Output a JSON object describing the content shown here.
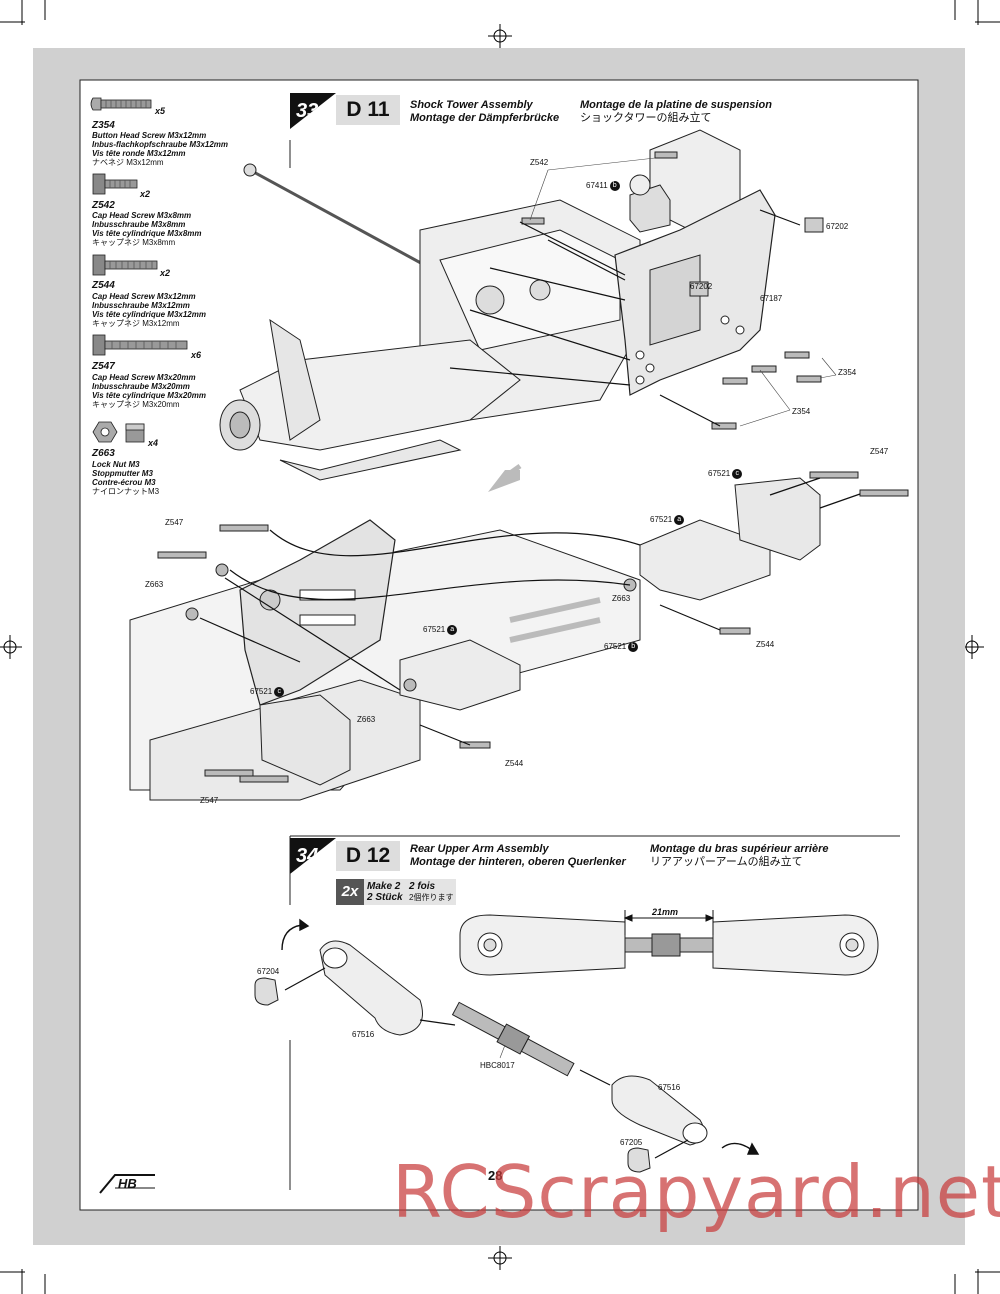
{
  "page_number": "28",
  "watermark": "RCScrapyard.net",
  "logo_text": "HB",
  "parts_legend": [
    {
      "code": "Z354",
      "qty": "x5",
      "lines": [
        "Button Head Screw M3x12mm",
        "Inbus-flachkopfschraube M3x12mm",
        "Vis tête ronde M3x12mm"
      ],
      "jp": "ナベネジ M3x12mm"
    },
    {
      "code": "Z542",
      "qty": "x2",
      "lines": [
        "Cap Head Screw M3x8mm",
        "Inbusschraube M3x8mm",
        "Vis tête cylindrique M3x8mm"
      ],
      "jp": "キャップネジ M3x8mm"
    },
    {
      "code": "Z544",
      "qty": "x2",
      "lines": [
        "Cap Head Screw M3x12mm",
        "Inbusschraube M3x12mm",
        "Vis tête cylindrique M3x12mm"
      ],
      "jp": "キャップネジ M3x12mm"
    },
    {
      "code": "Z547",
      "qty": "x6",
      "lines": [
        "Cap Head Screw M3x20mm",
        "Inbusschraube M3x20mm",
        "Vis tête cylindrique M3x20mm"
      ],
      "jp": "キャップネジ M3x20mm"
    },
    {
      "code": "Z663",
      "qty": "x4",
      "lines": [
        "Lock Nut M3",
        "Stoppmutter M3",
        "Contre-écrou M3"
      ],
      "jp": "ナイロンナットM3"
    }
  ],
  "step33": {
    "number": "33",
    "code": "D 11",
    "title_en": "Shock Tower Assembly",
    "title_de": "Montage der Dämpferbrücke",
    "title_fr": "Montage de la platine de suspension",
    "title_jp": "ショックタワーの組み立て",
    "labels": {
      "z542": "Z542",
      "p67411": "67411",
      "p67411_letter": "b",
      "p67202a": "67202",
      "p67202b": "67202",
      "p67187": "67187",
      "z354a": "Z354",
      "z354b": "Z354",
      "p67521c_top": "67521",
      "p67521c_top_letter": "c",
      "z547_top": "Z547",
      "p67521a_top": "67521",
      "p67521a_top_letter": "a",
      "z663_right": "Z663",
      "z544_right": "Z544",
      "p67521b": "67521",
      "p67521b_letter": "b",
      "z547_left": "Z547",
      "z663_left": "Z663",
      "p67521a_mid": "67521",
      "p67521a_mid_letter": "a",
      "p67521c_left": "67521",
      "p67521c_left_letter": "c",
      "z663_bottom": "Z663",
      "z544_bottom": "Z544",
      "z547_bottom": "Z547"
    }
  },
  "step34": {
    "number": "34",
    "code": "D 12",
    "title_en": "Rear Upper Arm Assembly",
    "title_de": "Montage der hinteren, oberen Querlenker",
    "title_fr": "Montage du bras supérieur arrière",
    "title_jp": "リアアッパーアームの組み立て",
    "make_badge": "2x",
    "make_en": "Make 2",
    "make_de": "2 Stück",
    "make_fr": "2 fois",
    "make_jp": "2個作ります",
    "dimension": "21mm",
    "labels": {
      "p67204": "67204",
      "p67516a": "67516",
      "hbc8017": "HBC8017",
      "p67516b": "67516",
      "p67205": "67205"
    }
  }
}
